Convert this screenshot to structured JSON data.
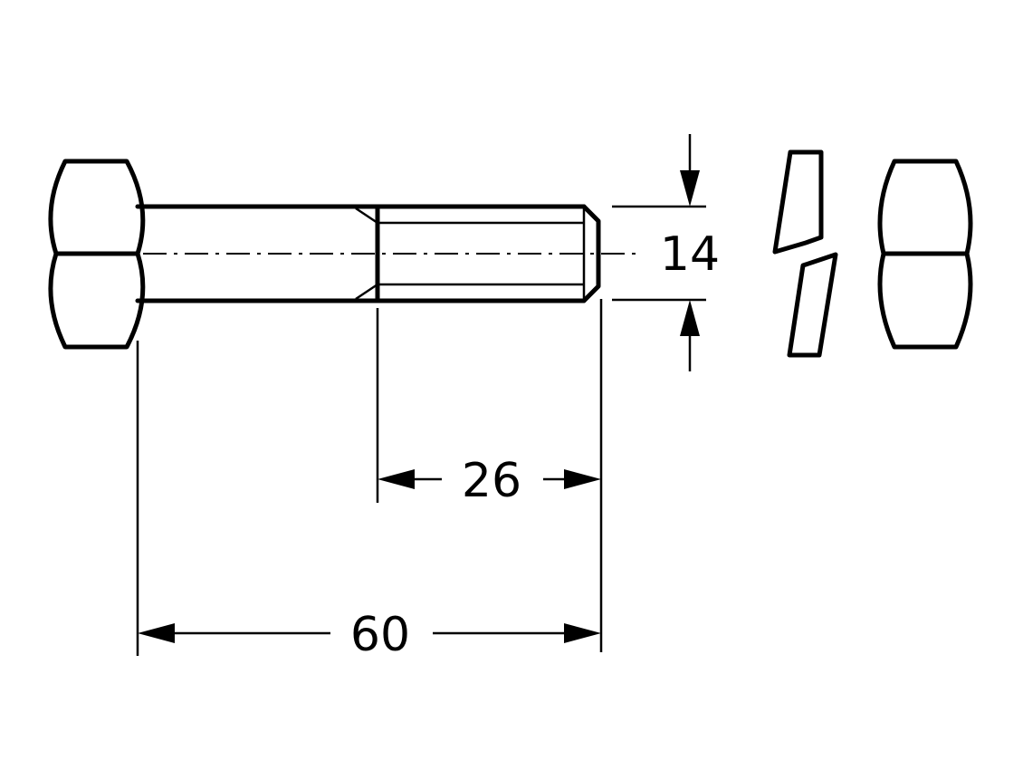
{
  "dimensions": {
    "diameter": "14",
    "thread_length": "26",
    "bolt_length": "60"
  }
}
